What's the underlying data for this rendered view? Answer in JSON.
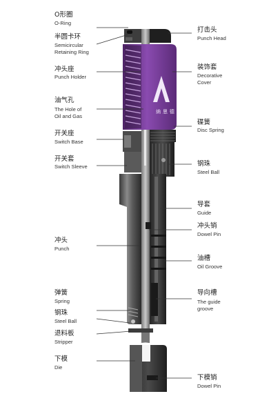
{
  "labels_left": [
    {
      "id": "o-ring",
      "zh": "O形圈",
      "en": [
        "O-Ring"
      ]
    },
    {
      "id": "semicircular-retaining-ring",
      "zh": "半圆卡环",
      "en": [
        "Semicircular",
        "Retaining Ring"
      ]
    },
    {
      "id": "punch-holder",
      "zh": "冲头座",
      "en": [
        "Punch Holder"
      ]
    },
    {
      "id": "oil-gas-hole",
      "zh": "油气孔",
      "en": [
        "The Hole of",
        "Oil and Gas"
      ]
    },
    {
      "id": "switch-base",
      "zh": "开关座",
      "en": [
        "Switch Base"
      ]
    },
    {
      "id": "switch-sleeve",
      "zh": "开关套",
      "en": [
        "Switch Sleeve"
      ]
    },
    {
      "id": "punch",
      "zh": "冲头",
      "en": [
        "Punch"
      ]
    },
    {
      "id": "spring",
      "zh": "弹簧",
      "en": [
        "Spring"
      ]
    },
    {
      "id": "steel-ball-left",
      "zh": "钢珠",
      "en": [
        "Steel Ball"
      ]
    },
    {
      "id": "stripper",
      "zh": "退料板",
      "en": [
        "Stripper"
      ]
    },
    {
      "id": "die",
      "zh": "下模",
      "en": [
        "Die"
      ]
    }
  ],
  "labels_right": [
    {
      "id": "punch-head",
      "zh": "打击头",
      "en": [
        "Punch Head"
      ]
    },
    {
      "id": "decorative-cover",
      "zh": "装饰套",
      "en": [
        "Decorative",
        "Cover"
      ]
    },
    {
      "id": "disc-spring",
      "zh": "碟簧",
      "en": [
        "Disc Spring"
      ]
    },
    {
      "id": "steel-ball-right",
      "zh": "钢珠",
      "en": [
        "Steel Ball"
      ]
    },
    {
      "id": "guide",
      "zh": "导套",
      "en": [
        "Guide"
      ]
    },
    {
      "id": "punch-dowel-pin",
      "zh": "冲头销",
      "en": [
        "Dowel Pin"
      ]
    },
    {
      "id": "oil-groove",
      "zh": "油槽",
      "en": [
        "Oil Groove"
      ]
    },
    {
      "id": "guide-groove",
      "zh": "导向槽",
      "en": [
        "The guide",
        "groove"
      ]
    },
    {
      "id": "die-dowel-pin",
      "zh": "下模销",
      "en": [
        "Dowel Pin"
      ]
    }
  ],
  "cover_logo_text": "纳 思 德",
  "colors": {
    "cover_purple": "#7a3f9a",
    "cover_purple_dark": "#4e2366",
    "steel_dark": "#2f2f2f",
    "steel_mid": "#6f6f6f",
    "steel_light": "#b9b9b9"
  }
}
